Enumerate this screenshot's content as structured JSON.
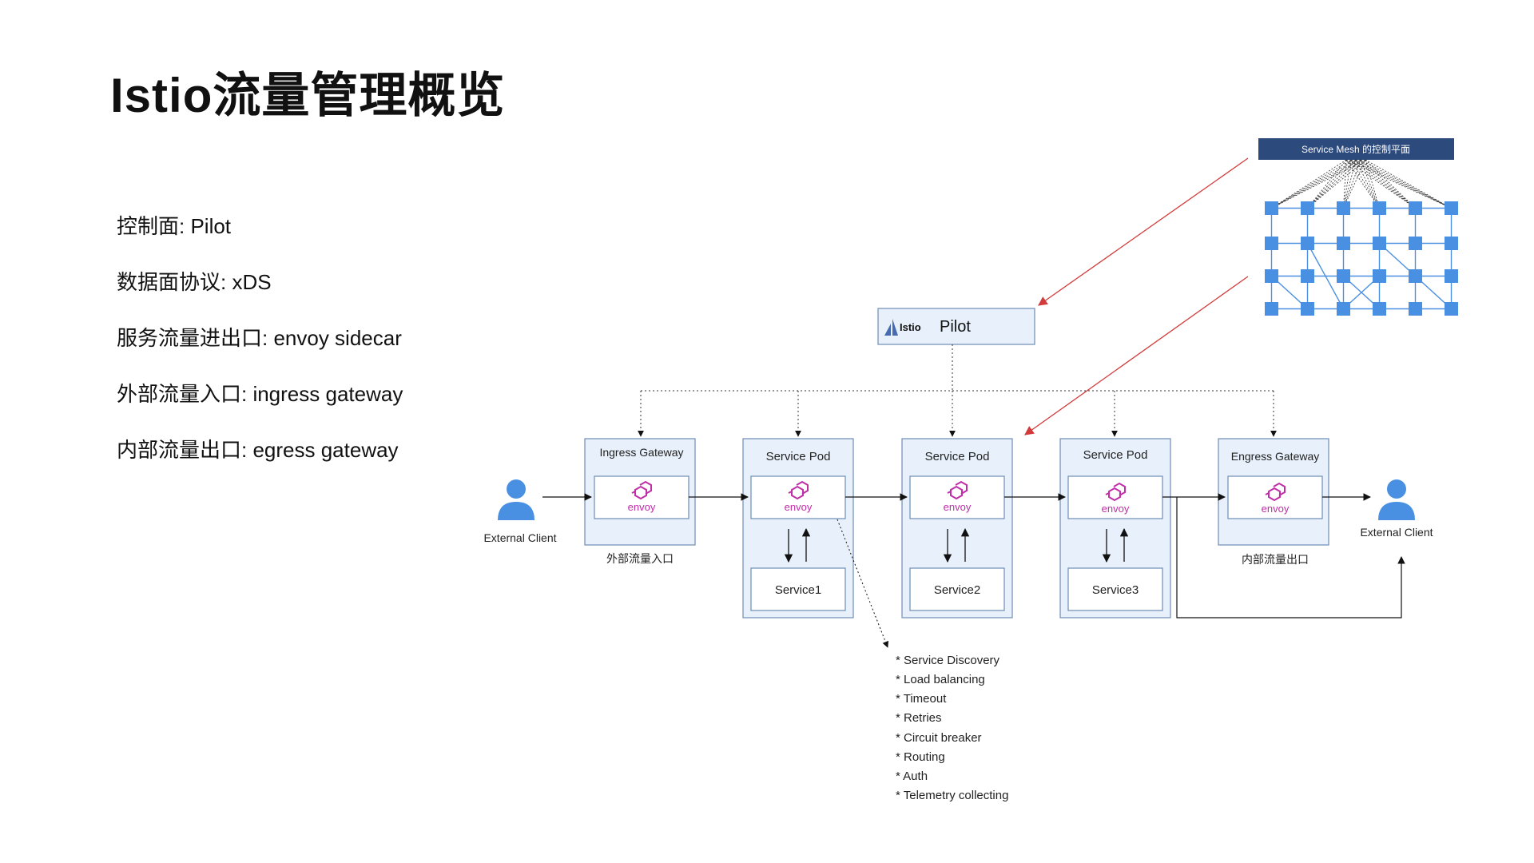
{
  "title": "Istio流量管理概览",
  "points": [
    "控制面: Pilot",
    "数据面协议: xDS",
    "服务流量进出口: envoy sidecar",
    "外部流量入口: ingress gateway",
    "内部流量出口: egress gateway"
  ],
  "colors": {
    "box_fill": "#e8f1fb",
    "box_stroke": "#6f8db5",
    "mesh_blue": "#4a90e2",
    "mesh_header": "#2c4a7c",
    "person_blue": "#4a90e2",
    "red_arrow": "#d23b3b",
    "envoy_pink": "#c02ea7"
  },
  "diagram": {
    "control_plane_header": "Service Mesh 的控制平面",
    "pilot": {
      "logo": "Istio",
      "label": "Pilot"
    },
    "external_client_left": "External Client",
    "external_client_right": "External Client",
    "ingress": {
      "title": "Ingress Gateway",
      "caption": "外部流量入口",
      "envoy": "envoy"
    },
    "pods": [
      {
        "title": "Service Pod",
        "service": "Service1",
        "envoy": "envoy"
      },
      {
        "title": "Service Pod",
        "service": "Service2",
        "envoy": "envoy"
      },
      {
        "title": "Service Pod",
        "service": "Service3",
        "envoy": "envoy"
      }
    ],
    "egress": {
      "title": "Engress Gateway",
      "caption": "内部流量出口",
      "envoy": "envoy"
    },
    "features": [
      "* Service Discovery",
      "* Load balancing",
      "* Timeout",
      "* Retries",
      "* Circuit breaker",
      "* Routing",
      "* Auth",
      "* Telemetry collecting"
    ]
  }
}
